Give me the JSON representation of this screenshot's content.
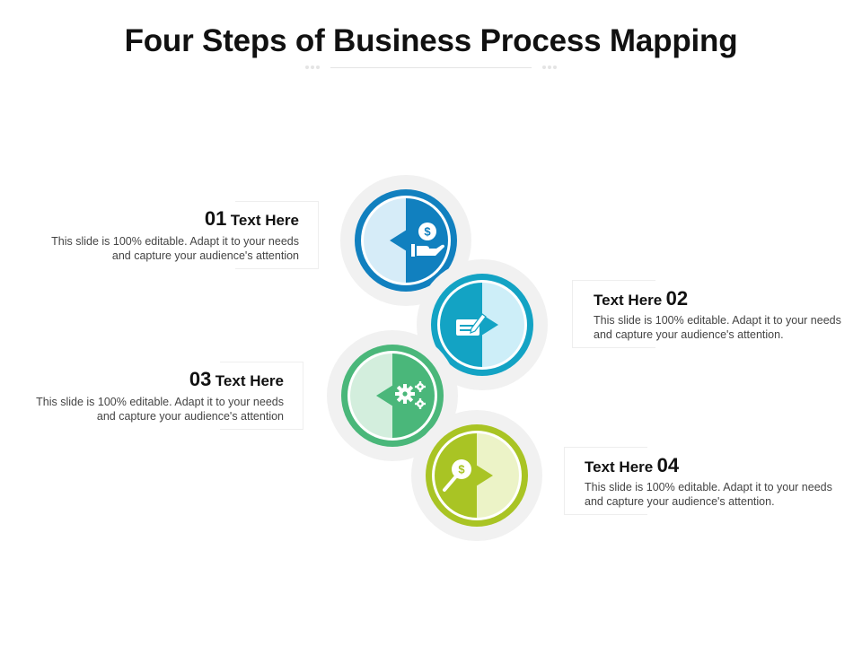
{
  "title": "Four Steps of Business Process Mapping",
  "steps": [
    {
      "number": "01",
      "heading": "Text Here",
      "description": "This slide is 100% editable. Adapt it to your needs and capture your audience's attention",
      "icon": "hand-dollar-icon",
      "colors": {
        "dark": "#1180bf",
        "light": "#d6ecf8"
      }
    },
    {
      "number": "02",
      "heading": "Text Here",
      "description": "This slide is 100% editable. Adapt it to your needs and capture your audience's attention.",
      "icon": "check-pen-icon",
      "colors": {
        "dark": "#13a3c4",
        "light": "#cdeef8"
      }
    },
    {
      "number": "03",
      "heading": "Text Here",
      "description": "This slide is 100% editable. Adapt it to your needs and capture your audience's attention",
      "icon": "gears-icon",
      "colors": {
        "dark": "#4ab77a",
        "light": "#d3eedd"
      }
    },
    {
      "number": "04",
      "heading": "Text Here",
      "description": "This slide is 100% editable. Adapt it to your needs and capture your audience's attention.",
      "icon": "magnifier-dollar-icon",
      "colors": {
        "dark": "#a9c424",
        "light": "#ecf3c7"
      }
    }
  ]
}
